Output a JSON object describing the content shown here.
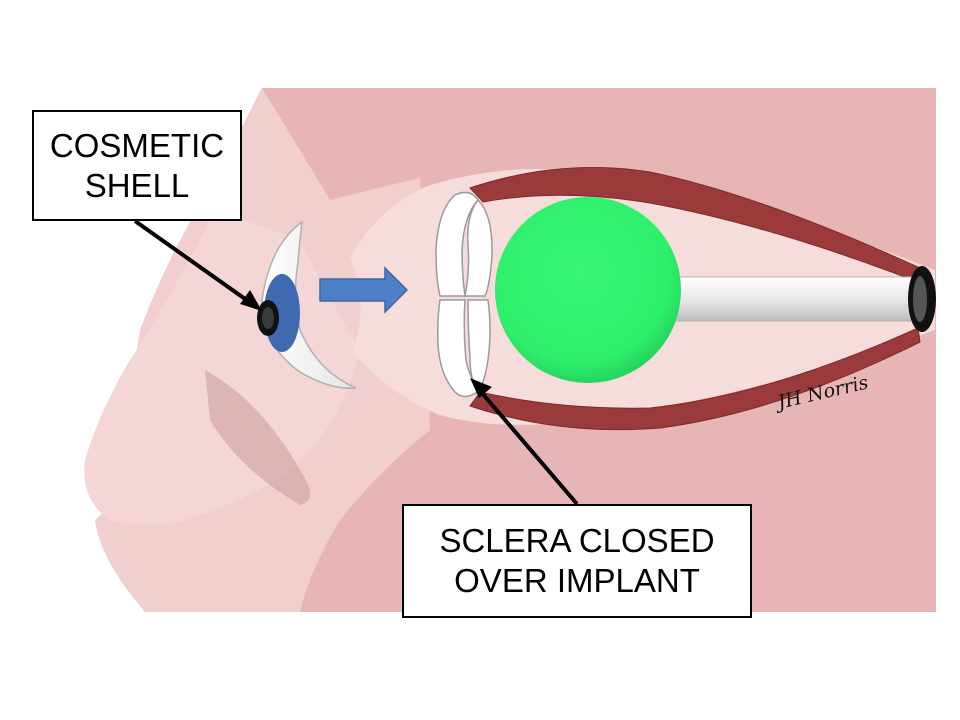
{
  "labels": {
    "cosmetic_shell": [
      "COSMETIC",
      "SHELL"
    ],
    "sclera_closed": [
      "SCLERA CLOSED",
      "OVER IMPLANT"
    ]
  },
  "signature": "JH Norris",
  "colors": {
    "skin": "#efc4c5",
    "skin_light": "#f7dcdc",
    "orbit_background": "#e7b5b6",
    "muscle": "#9b3a3a",
    "implant": "#2ef06c",
    "iris": "#3f69b0",
    "arrow": "#4f7fc7",
    "stalk": "#dcdcdc",
    "outline": "#000000"
  },
  "icons": {
    "direction_arrow": "right-arrow-icon"
  }
}
